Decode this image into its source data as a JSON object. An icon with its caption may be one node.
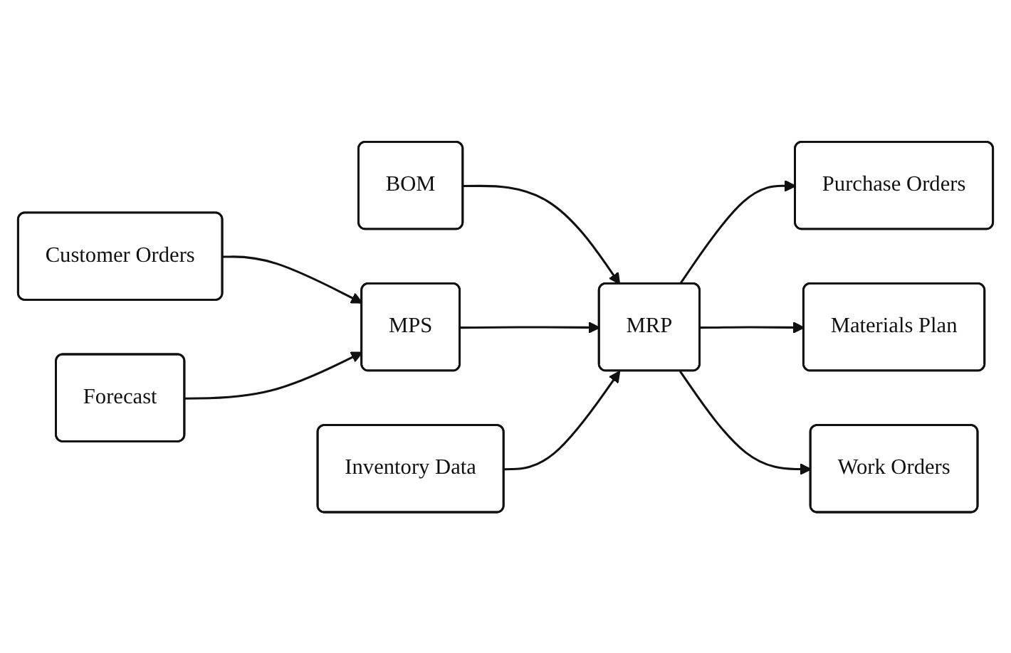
{
  "diagram": {
    "nodes": [
      {
        "text": [
          "Customer Orders"
        ]
      },
      {
        "text": [
          "BOM"
        ]
      },
      {
        "text": [
          "Purchase Orders"
        ]
      },
      {
        "text": [
          "MPS"
        ]
      },
      {
        "text": [
          "MRP"
        ]
      },
      {
        "text": [
          "Materials Plan"
        ]
      },
      {
        "text": [
          "Forecast"
        ]
      },
      {
        "text": [
          "Inventory Data"
        ]
      },
      {
        "text": [
          "Work Orders"
        ]
      }
    ],
    "edges": [
      {
        "from": 0,
        "to": 3,
        "arrow": "to"
      },
      {
        "from": 1,
        "to": 4,
        "arrow": "to"
      },
      {
        "from": 3,
        "to": 4,
        "arrow": "to"
      },
      {
        "from": 6,
        "to": 3,
        "arrow": "to"
      },
      {
        "from": 7,
        "to": 4,
        "arrow": "to"
      },
      {
        "from": 4,
        "to": 2,
        "arrow": "to"
      },
      {
        "from": 4,
        "to": 5,
        "arrow": "to"
      },
      {
        "from": 4,
        "to": 8,
        "arrow": "to"
      }
    ]
  }
}
